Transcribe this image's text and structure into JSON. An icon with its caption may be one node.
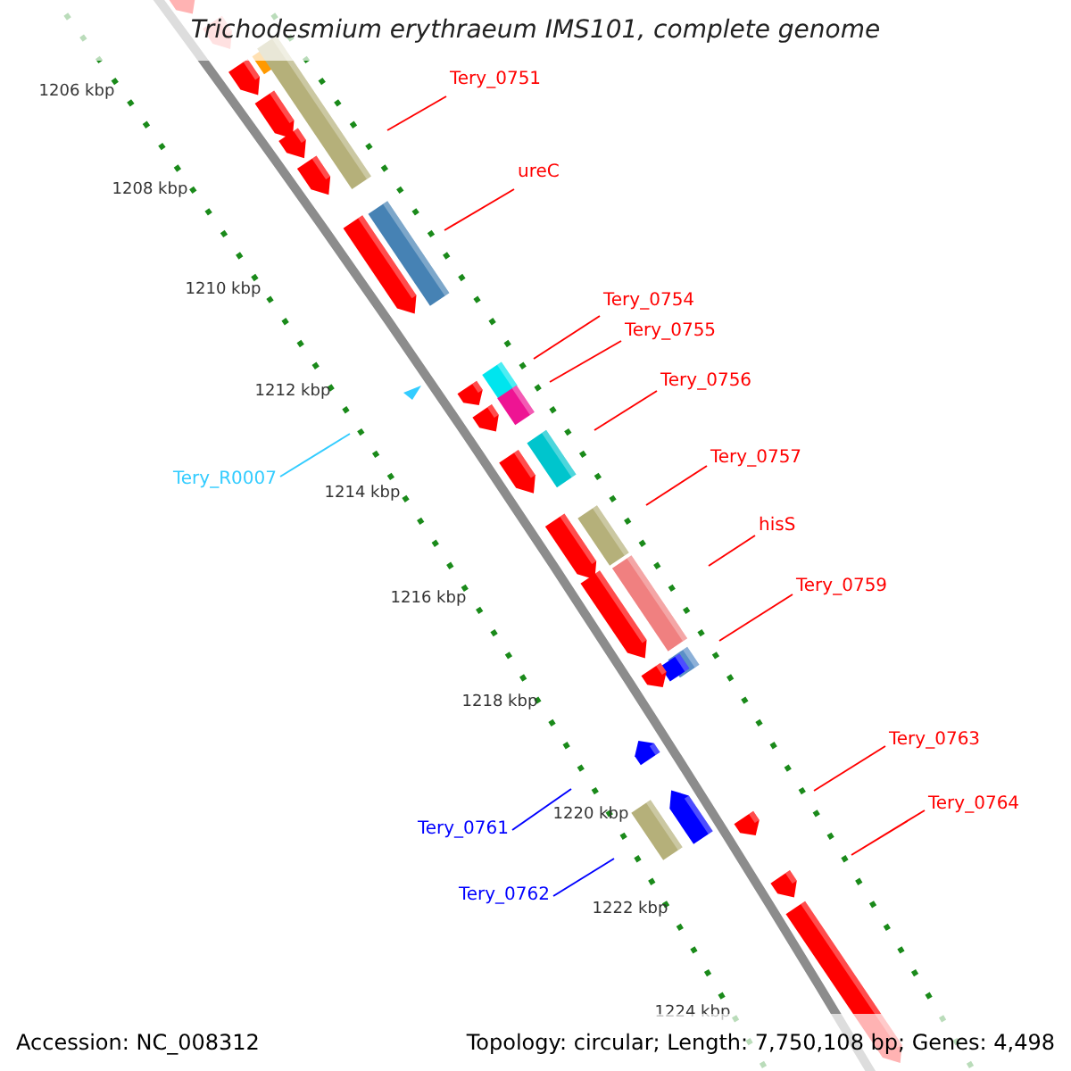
{
  "diagram": {
    "title": "Trichodesmium erythraeum IMS101, complete genome",
    "nodes": [
      {
        "text": [
          "Tery_0751"
        ]
      },
      {
        "text": [
          "ureC"
        ]
      },
      {
        "text": [
          "Tery_0754"
        ]
      },
      {
        "text": [
          "Tery_0755"
        ]
      },
      {
        "text": [
          "Tery_0756"
        ]
      },
      {
        "text": [
          "Tery_0757"
        ]
      },
      {
        "text": [
          "hisS"
        ]
      },
      {
        "text": [
          "Tery_0759"
        ]
      },
      {
        "text": [
          "Tery_R0007"
        ]
      },
      {
        "text": [
          "Tery_0763"
        ]
      },
      {
        "text": [
          "Tery_0761"
        ]
      },
      {
        "text": [
          "Tery_0764"
        ]
      },
      {
        "text": [
          "Tery_0762"
        ]
      }
    ],
    "edges": [
      {
        "from": 0,
        "to": null,
        "arrow": "none"
      },
      {
        "from": 1,
        "to": null,
        "arrow": "none"
      },
      {
        "from": 2,
        "to": null,
        "arrow": "none"
      },
      {
        "from": 3,
        "to": null,
        "arrow": "none"
      },
      {
        "from": 4,
        "to": null,
        "arrow": "none"
      },
      {
        "from": 5,
        "to": null,
        "arrow": "none"
      },
      {
        "from": 6,
        "to": null,
        "arrow": "none"
      },
      {
        "from": 7,
        "to": null,
        "arrow": "none"
      },
      {
        "from": 8,
        "to": null,
        "arrow": "none",
        "color": "#33ccff"
      },
      {
        "from": 9,
        "to": null,
        "arrow": "none"
      },
      {
        "from": 10,
        "to": null,
        "arrow": "none",
        "color": "#0000ff"
      },
      {
        "from": 11,
        "to": null,
        "arrow": "none"
      },
      {
        "from": 12,
        "to": null,
        "arrow": "none",
        "color": "#0000ff"
      }
    ],
    "labels": [
      "1206 kbp",
      "1208 kbp",
      "1210 kbp",
      "1212 kbp",
      "1214 kbp",
      "1216 kbp",
      "1218 kbp",
      "1220 kbp",
      "1222 kbp",
      "1224 kbp",
      "Accession: NC_008312",
      "Topology: circular; Length: 7,750,108 bp; Genes: 4,498"
    ]
  }
}
